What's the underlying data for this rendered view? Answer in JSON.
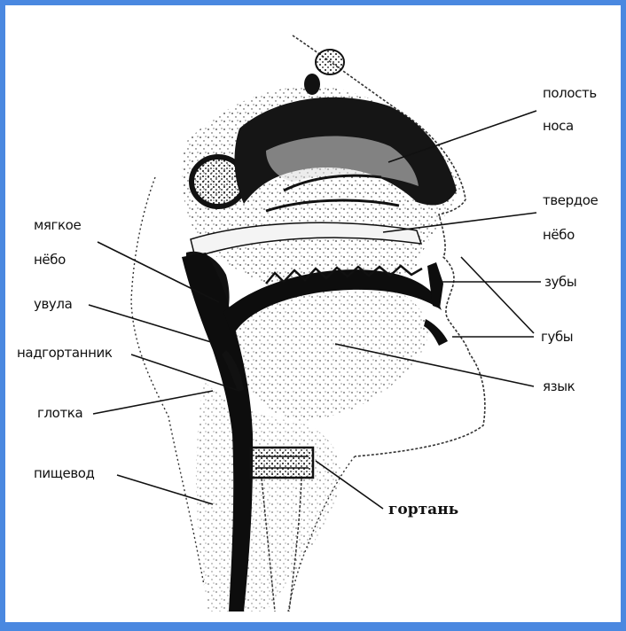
{
  "colors": {
    "border": "#4a88e0",
    "background": "#ffffff",
    "ink": "#111111"
  },
  "labels": {
    "nasal_cavity_line1": "полость",
    "nasal_cavity_line2": "носа",
    "hard_palate_line1": "твердое",
    "hard_palate_line2": "нёбо",
    "soft_palate_line1": "мягкое",
    "soft_palate_line2": "нёбо",
    "uvula": "увула",
    "teeth": "зубы",
    "epiglottis": "надгортанник",
    "lips": "губы",
    "tongue": "язык",
    "pharynx": "глотка",
    "esophagus": "пищевод",
    "larynx": "гортань"
  }
}
